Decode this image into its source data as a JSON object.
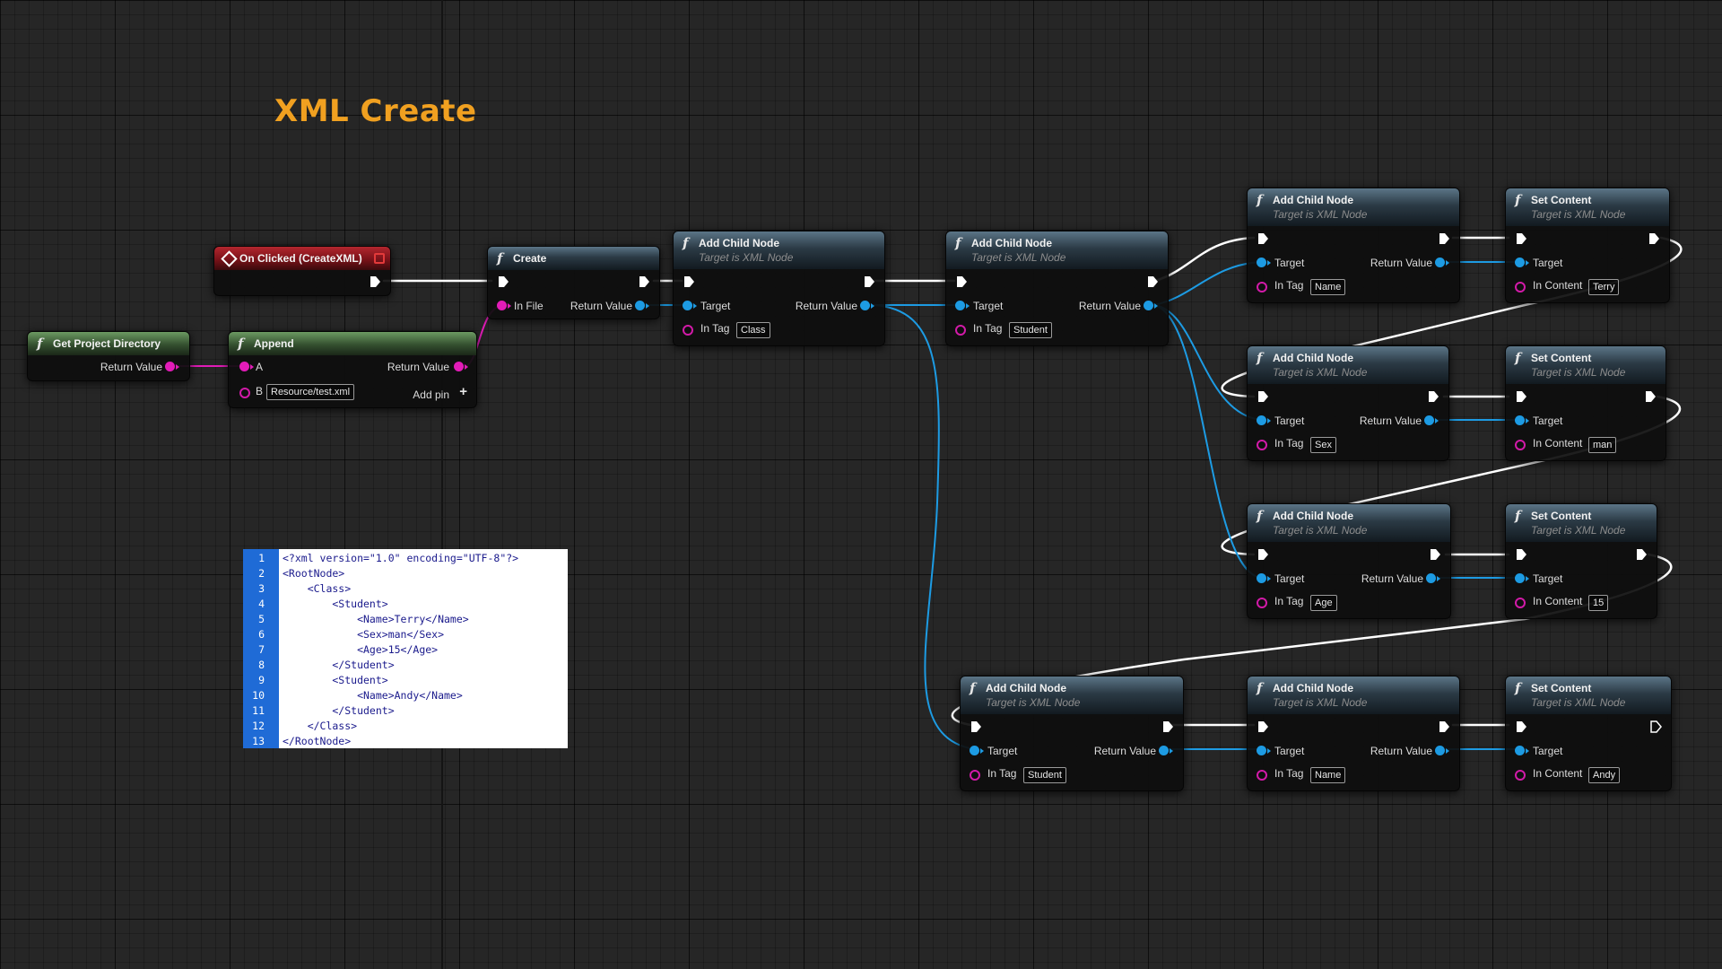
{
  "graph_title": "XML Create",
  "colors": {
    "exec_wire": "#ffffff",
    "object_wire": "#1d9be3",
    "string_wire": "#e21cb8",
    "title": "#f0a020",
    "code_gutter": "#1f6bd6"
  },
  "icons": {
    "function": "function-f-icon",
    "event": "event-diamond-icon",
    "exec": "exec-arrow-icon"
  },
  "nodes": {
    "get_project_directory": {
      "title": "Get Project Directory",
      "return_label": "Return Value"
    },
    "append": {
      "title": "Append",
      "pin_a": "A",
      "pin_b": "B",
      "b_value": "Resource/test.xml",
      "return_label": "Return Value",
      "add_pin": "Add pin"
    },
    "on_clicked": {
      "title": "On Clicked (CreateXML)"
    },
    "create": {
      "title": "Create",
      "in_file": "In File",
      "return_label": "Return Value"
    },
    "add_class": {
      "title": "Add Child Node",
      "subtitle": "Target is XML Node",
      "target": "Target",
      "in_tag": "In Tag",
      "tag_value": "Class",
      "return_label": "Return Value"
    },
    "add_student1": {
      "title": "Add Child Node",
      "subtitle": "Target is XML Node",
      "target": "Target",
      "in_tag": "In Tag",
      "tag_value": "Student",
      "return_label": "Return Value"
    },
    "add_name1": {
      "title": "Add Child Node",
      "subtitle": "Target is XML Node",
      "target": "Target",
      "in_tag": "In Tag",
      "tag_value": "Name",
      "return_label": "Return Value"
    },
    "set_name1": {
      "title": "Set Content",
      "subtitle": "Target is XML Node",
      "target": "Target",
      "in_content": "In Content",
      "content_value": "Terry"
    },
    "add_sex": {
      "title": "Add Child Node",
      "subtitle": "Target is XML Node",
      "target": "Target",
      "in_tag": "In Tag",
      "tag_value": "Sex",
      "return_label": "Return Value"
    },
    "set_sex": {
      "title": "Set Content",
      "subtitle": "Target is XML Node",
      "target": "Target",
      "in_content": "In Content",
      "content_value": "man"
    },
    "add_age": {
      "title": "Add Child Node",
      "subtitle": "Target is XML Node",
      "target": "Target",
      "in_tag": "In Tag",
      "tag_value": "Age",
      "return_label": "Return Value"
    },
    "set_age": {
      "title": "Set Content",
      "subtitle": "Target is XML Node",
      "target": "Target",
      "in_content": "In Content",
      "content_value": "15"
    },
    "add_student2": {
      "title": "Add Child Node",
      "subtitle": "Target is XML Node",
      "target": "Target",
      "in_tag": "In Tag",
      "tag_value": "Student",
      "return_label": "Return Value"
    },
    "add_name2": {
      "title": "Add Child Node",
      "subtitle": "Target is XML Node",
      "target": "Target",
      "in_tag": "In Tag",
      "tag_value": "Name",
      "return_label": "Return Value"
    },
    "set_name2": {
      "title": "Set Content",
      "subtitle": "Target is XML Node",
      "target": "Target",
      "in_content": "In Content",
      "content_value": "Andy"
    }
  },
  "code_panel": {
    "lines": [
      {
        "n": "1",
        "t": "<?xml version=\"1.0\" encoding=\"UTF-8\"?>"
      },
      {
        "n": "2",
        "t": "<RootNode>"
      },
      {
        "n": "3",
        "t": "    <Class>"
      },
      {
        "n": "4",
        "t": "        <Student>"
      },
      {
        "n": "5",
        "t": "            <Name>Terry</Name>"
      },
      {
        "n": "6",
        "t": "            <Sex>man</Sex>"
      },
      {
        "n": "7",
        "t": "            <Age>15</Age>"
      },
      {
        "n": "8",
        "t": "        </Student>"
      },
      {
        "n": "9",
        "t": "        <Student>"
      },
      {
        "n": "10",
        "t": "            <Name>Andy</Name>"
      },
      {
        "n": "11",
        "t": "        </Student>"
      },
      {
        "n": "12",
        "t": "    </Class>"
      },
      {
        "n": "13",
        "t": "</RootNode>"
      }
    ]
  }
}
